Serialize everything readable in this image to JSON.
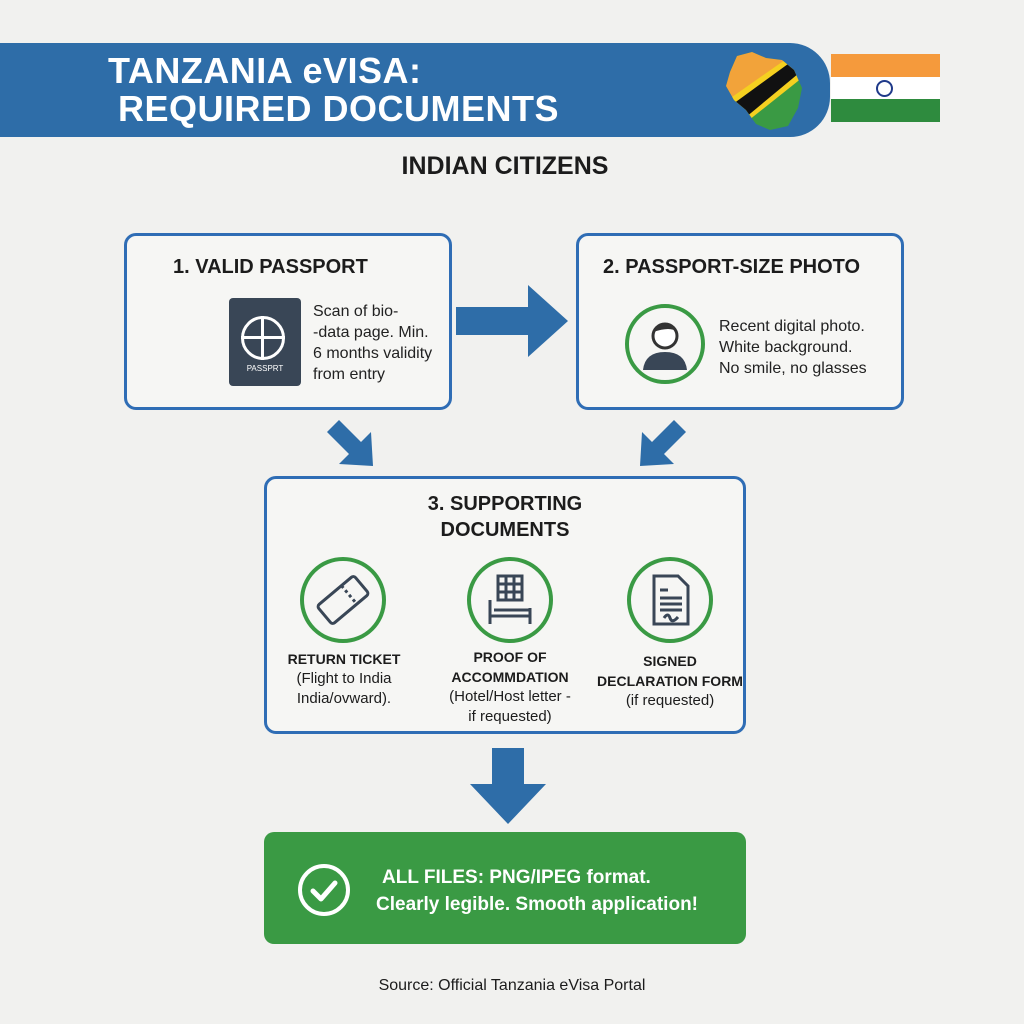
{
  "header": {
    "title_line1": "TANZANIA eVISA:",
    "title_line2": "REQUIRED DOCUMENTS"
  },
  "subtitle": "INDIAN CITIZENS",
  "colors": {
    "primary_blue": "#2e6da8",
    "green": "#3a9a44",
    "flag_saffron": "#f59a3c",
    "flag_green": "#2e8b3e"
  },
  "steps": [
    {
      "title": "1. VALID PASSPORT",
      "lines": [
        "Scan of bio-",
        "-data page. Min.",
        "6 months validity",
        "from entry"
      ],
      "icon": "passport-icon",
      "icon_text": "PASSPRT"
    },
    {
      "title": "2. PASSPORT-SIZE PHOTO",
      "lines": [
        "Recent digital photo.",
        "White background.",
        "No smile, no glasses"
      ],
      "icon": "person-icon"
    },
    {
      "title_line1": "3. SUPPORTING",
      "title_line2": "DOCUMENTS",
      "items": [
        {
          "title": "RETURN TICKET",
          "lines": [
            "(Flight to India",
            "India/ovward)."
          ],
          "icon": "ticket-icon"
        },
        {
          "title_line1": "PROOF OF",
          "title_line2": "ACCOMMDATION",
          "lines": [
            "(Hotel/Host letter -",
            "if requested)"
          ],
          "icon": "hotel-icon"
        },
        {
          "title_line1": "SIGNED",
          "title_line2": "DECLARATION FORM",
          "lines": [
            "(if requested)"
          ],
          "icon": "document-icon"
        }
      ]
    }
  ],
  "final": {
    "line1": "ALL FILES: PNG/IPEG format.",
    "line2": "Clearly legible. Smooth application!",
    "icon": "check-circle-icon"
  },
  "source": "Source: Official Tanzania eVisa Portal"
}
